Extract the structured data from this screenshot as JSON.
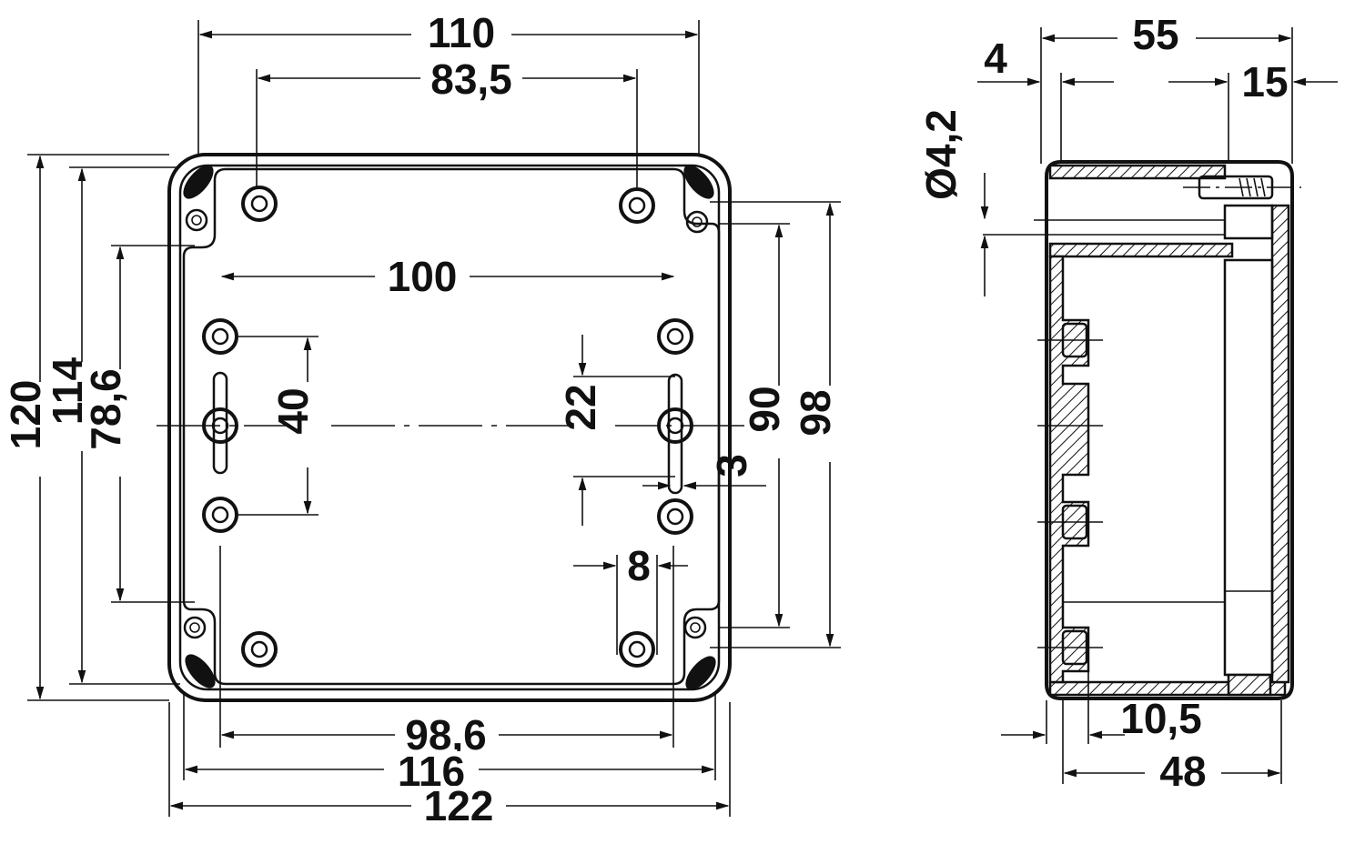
{
  "front_view": {
    "overall_width_top": "110",
    "hole_spacing_top": "83,5",
    "inner_hole_spacing": "100",
    "hole_pitch_vertical": "40",
    "slot_spacing": "22",
    "slot_width": "3",
    "slot_offset": "8",
    "overall_height": "120",
    "outer_height": "114",
    "mount_height": "78,6",
    "inner_height": "90",
    "lid_height": "98",
    "inner_width": "98,6",
    "outer_width": "116",
    "overall_width": "122"
  },
  "side_view": {
    "total_depth": "55",
    "wall": "4",
    "lid_depth": "15",
    "hole_diameter": "Ø4,2",
    "rib_offset": "10,5",
    "body_depth": "48"
  },
  "colors": {
    "ink": "#111111",
    "paper": "#ffffff"
  }
}
